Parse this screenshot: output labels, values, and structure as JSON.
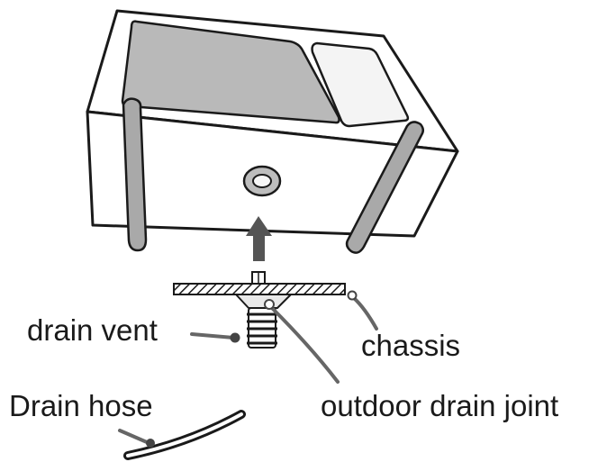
{
  "labels": {
    "drain_vent": "drain vent",
    "chassis": "chassis",
    "drain_hose": "Drain hose",
    "outdoor_drain_joint": "outdoor drain joint"
  },
  "colors": {
    "outline": "#1a1a1a",
    "unit_body": "#ffffff",
    "tray_fill": "#b9b9b9",
    "tray_small_fill": "#f4f4f4",
    "leg_fill": "#a9a9a9",
    "arrow_fill": "#555555",
    "leader": "#666666"
  },
  "icons": {
    "arrow": "up-arrow-icon"
  }
}
